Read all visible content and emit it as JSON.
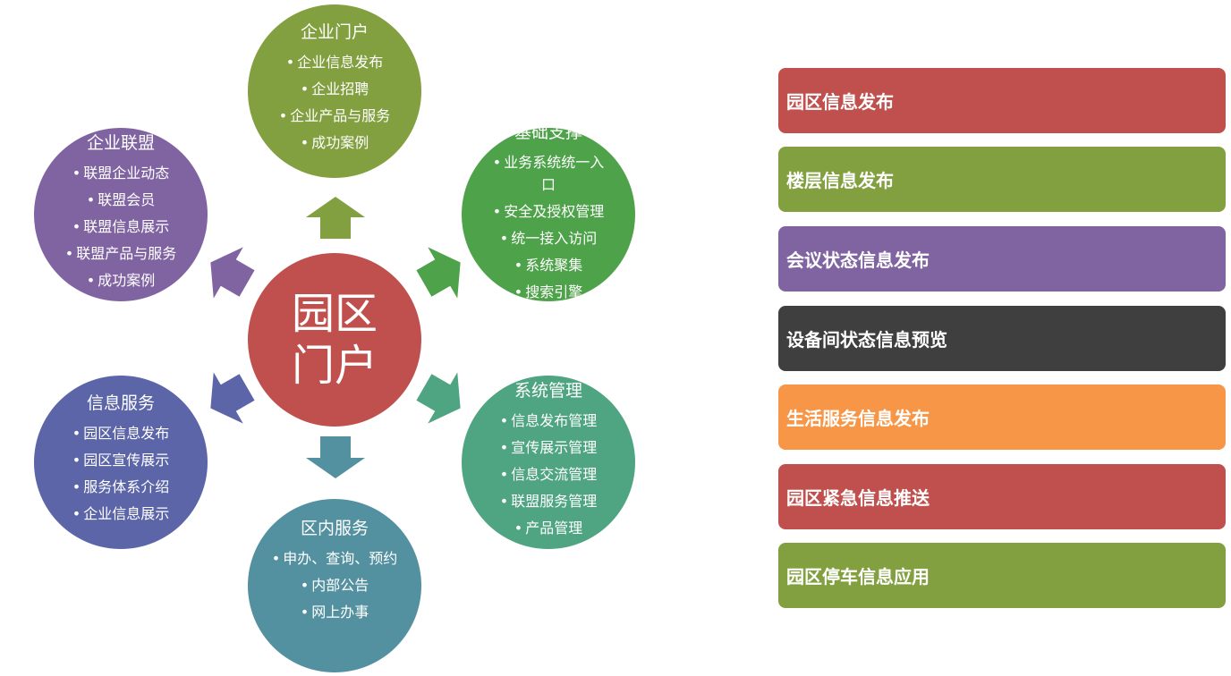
{
  "center": {
    "label": "园区门户"
  },
  "circles": {
    "top": {
      "title": "企业门户",
      "items": [
        "企业信息发布",
        "企业招聘",
        "企业产品与服务",
        "成功案例"
      ]
    },
    "upper_right": {
      "title": "基础支撑",
      "items": [
        "业务系统统一入口",
        "安全及授权管理",
        "统一接入访问",
        "系统聚集",
        "搜索引擎"
      ]
    },
    "lower_right": {
      "title": "系统管理",
      "items": [
        "信息发布管理",
        "宣传展示管理",
        "信息交流管理",
        "联盟服务管理",
        "产品管理"
      ]
    },
    "bottom": {
      "title": "区内服务",
      "items": [
        "申办、查询、预约",
        "内部公告",
        "网上办事"
      ]
    },
    "lower_left": {
      "title": "信息服务",
      "items": [
        "园区信息发布",
        "园区宣传展示",
        "服务体系介绍",
        "企业信息展示"
      ]
    },
    "upper_left": {
      "title": "企业联盟",
      "items": [
        "联盟企业动态",
        "联盟会员",
        "联盟信息展示",
        "联盟产品与服务",
        "成功案例"
      ]
    }
  },
  "bars": [
    {
      "label": "园区信息发布",
      "color": "#c0504d"
    },
    {
      "label": "楼层信息发布",
      "color": "#82a03f"
    },
    {
      "label": "会议状态信息发布",
      "color": "#8064a2"
    },
    {
      "label": "设备间状态信息预览",
      "color": "#3f3f3f"
    },
    {
      "label": "生活服务信息发布",
      "color": "#f79646"
    },
    {
      "label": "园区紧急信息推送",
      "color": "#c0504d"
    },
    {
      "label": "园区停车信息应用",
      "color": "#82a03f"
    }
  ],
  "colors": {
    "center": "#c0504d",
    "top": "#82a03f",
    "upper_right": "#4ea24a",
    "lower_right": "#4fa482",
    "bottom": "#5391a0",
    "lower_left": "#5b65a8",
    "upper_left": "#8064a2"
  }
}
